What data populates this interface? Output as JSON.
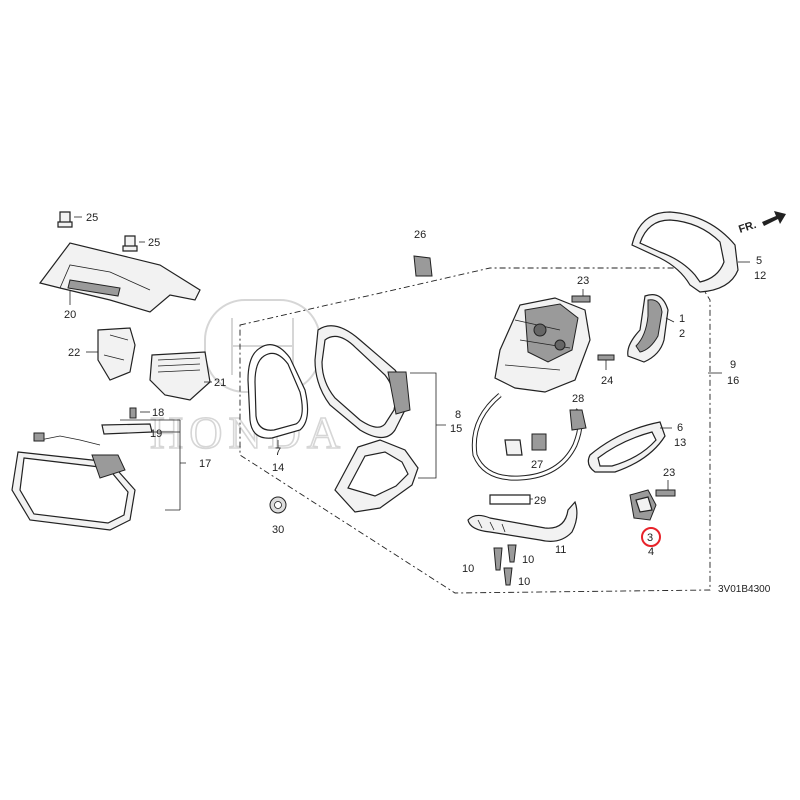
{
  "watermark": {
    "logo": "H",
    "wordmark": "HONDA"
  },
  "front_indicator": "FR.",
  "diagram_code": "3V01B4300",
  "highlighted_callout": "3",
  "callouts": {
    "c1": "1",
    "c2": "2",
    "c3": "3",
    "c4": "4",
    "c5": "5",
    "c6": "6",
    "c7": "7",
    "c8": "8",
    "c9": "9",
    "c10a": "10",
    "c10b": "10",
    "c10c": "10",
    "c11": "11",
    "c12": "12",
    "c13": "13",
    "c14": "14",
    "c15": "15",
    "c16": "16",
    "c17": "17",
    "c18": "18",
    "c19": "19",
    "c20": "20",
    "c21": "21",
    "c22": "22",
    "c23a": "23",
    "c23b": "23",
    "c24": "24",
    "c25a": "25",
    "c25b": "25",
    "c26": "26",
    "c27": "27",
    "c28": "28",
    "c29": "29",
    "c30": "30"
  }
}
